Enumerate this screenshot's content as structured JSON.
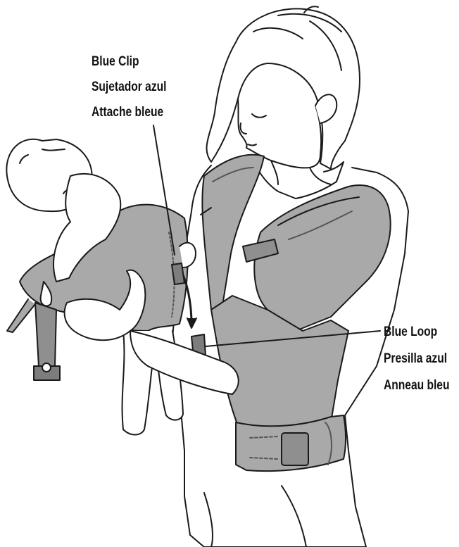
{
  "callouts": {
    "blue_clip": {
      "en": "Blue Clip",
      "es": "Sujetador azul",
      "fr": "Attache bleue"
    },
    "blue_loop": {
      "en": "Blue Loop",
      "es": "Presilla azul",
      "fr": "Anneau bleu"
    }
  },
  "colors": {
    "line": "#1a1a1a",
    "carrier_gray": "#a9a9a9",
    "carrier_dark": "#7d7d7d",
    "skin": "#ffffff"
  }
}
